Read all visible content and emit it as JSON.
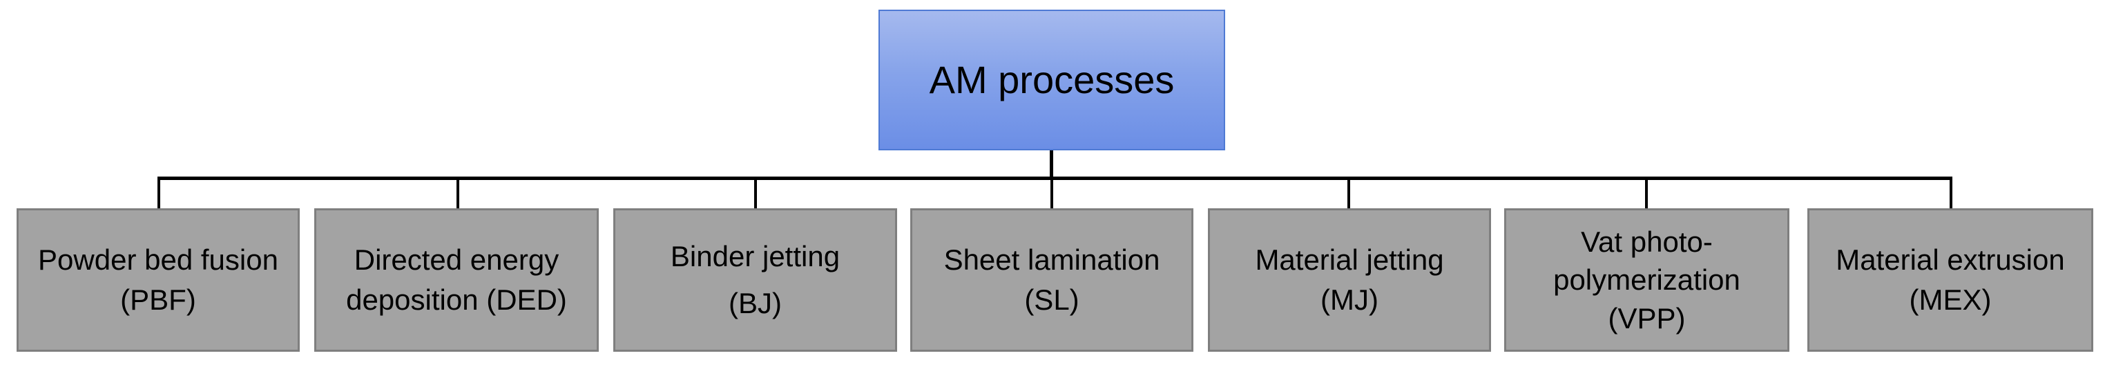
{
  "root": {
    "label": "AM processes"
  },
  "children": [
    {
      "line1": "Powder bed fusion",
      "line2": "(PBF)"
    },
    {
      "line1": "Directed energy",
      "line2": "deposition (DED)"
    },
    {
      "line1": "Binder jetting",
      "line2": "(BJ)"
    },
    {
      "line1": "Sheet lamination",
      "line2": "(SL)"
    },
    {
      "line1": "Material jetting",
      "line2": "(MJ)"
    },
    {
      "line1": "Vat photo-",
      "line2": "polymerization",
      "line3": "(VPP)"
    },
    {
      "line1": "Material extrusion",
      "line2": "(MEX)"
    }
  ],
  "colors": {
    "root_fill_top": "#a5b9ee",
    "root_fill_bottom": "#6b8ee6",
    "root_border": "#4f7ad4",
    "leaf_fill": "#a3a3a3",
    "leaf_border": "#7f7f7f",
    "connector": "#000000"
  }
}
